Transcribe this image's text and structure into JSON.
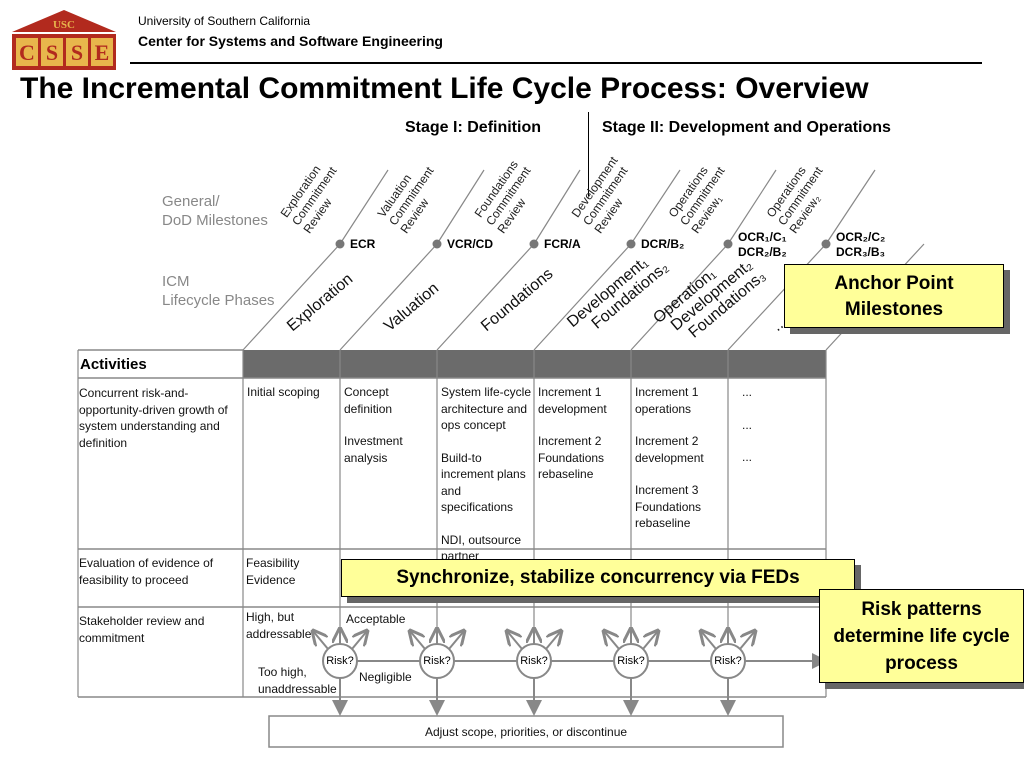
{
  "header": {
    "logo_text_top": "USC",
    "logo_letters": [
      "C",
      "S",
      "S",
      "E"
    ],
    "university": "University of Southern California",
    "center": "Center for Systems and Software Engineering"
  },
  "title": "The Incremental Commitment Life Cycle Process:  Overview",
  "stages": {
    "stage1": "Stage I: Definition",
    "stage2": "Stage II: Development and Operations"
  },
  "left_labels": {
    "general_line1": "General/",
    "general_line2": "DoD Milestones",
    "icm_line1": "ICM",
    "icm_line2": "Lifecycle Phases"
  },
  "reviews": [
    {
      "lines": "Exploration\nCommitment\nReview"
    },
    {
      "lines": "Valuation\nCommitment\nReview"
    },
    {
      "lines": "Foundations\nCommitment\nReview"
    },
    {
      "lines": "Development\nCommitment\nReview"
    },
    {
      "lines": "Operations\nCommitment\nReview₁"
    },
    {
      "lines": "Operations\nCommitment\nReview₂"
    }
  ],
  "milestones": [
    {
      "line1": "ECR",
      "line2": ""
    },
    {
      "line1": "VCR/CD",
      "line2": ""
    },
    {
      "line1": "FCR/A",
      "line2": ""
    },
    {
      "line1": "DCR/B₂",
      "line2": ""
    },
    {
      "line1": "OCR₁/C₁",
      "line2": "DCR₂/B₂"
    },
    {
      "line1": "OCR₂/C₂",
      "line2": "DCR₃/B₃"
    }
  ],
  "phases": [
    {
      "text": "Exploration"
    },
    {
      "text": "Valuation"
    },
    {
      "text": "Foundations"
    },
    {
      "text": "Development₁\n    Foundations₂"
    },
    {
      "text": "Operation₁\n  Development₂\n    Foundations₃"
    },
    {
      "text": "..."
    }
  ],
  "table": {
    "activities_header": "Activities",
    "rows": [
      {
        "label": "Concurrent risk-and-opportunity-driven growth of system understanding and definition",
        "cells": [
          [
            "Initial scoping"
          ],
          [
            "Concept definition",
            "",
            "Investment analysis"
          ],
          [
            "System life-cycle architecture and ops concept",
            "",
            "Build-to increment plans and specifications",
            "",
            "NDI, outsource partner selections"
          ],
          [
            "Increment 1 development",
            "",
            "Increment 2 Foundations rebaseline"
          ],
          [
            "Increment 1 operations",
            "",
            "Increment 2 development",
            "",
            "Increment 3 Foundations rebaseline"
          ],
          [
            "...",
            "",
            "...",
            "",
            "..."
          ]
        ]
      },
      {
        "label": "Evaluation of evidence of feasibility to proceed",
        "cells": [
          [
            "Feasibility Evidence"
          ]
        ]
      },
      {
        "label": "Stakeholder review and commitment",
        "cells": [
          [
            "High, but addressable"
          ]
        ]
      }
    ],
    "risk_label": "Risk?",
    "acceptable": "Acceptable",
    "negligible": "Negligible",
    "too_high": "Too high, unaddressable",
    "adjust": "Adjust scope, priorities, or discontinue"
  },
  "callouts": {
    "anchor": "Anchor Point Milestones",
    "sync": "Synchronize, stabilize concurrency via FEDs",
    "risk": "Risk patterns determine life cycle process"
  },
  "colors": {
    "logo_red": "#b22a1e",
    "logo_gold": "#e8b64c",
    "callout_yellow": "#ffff99",
    "header_gray": "#6b6b6b",
    "label_gray": "#888888"
  }
}
